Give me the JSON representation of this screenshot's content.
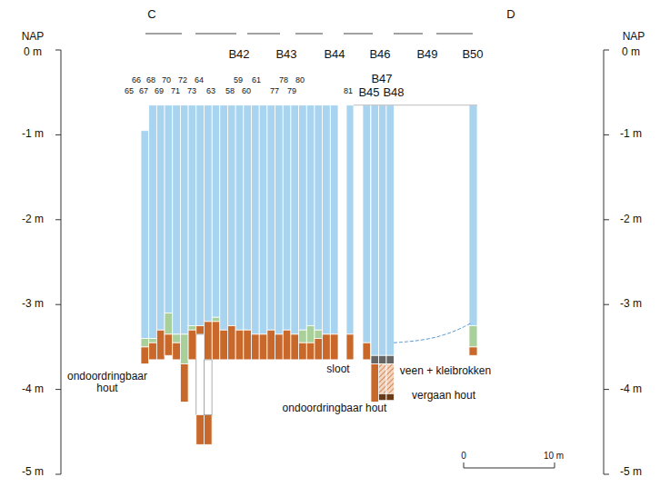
{
  "diagram": {
    "labels": [
      "NAP",
      "C",
      "D",
      "NAP",
      "0 m",
      "-1 m",
      "-2 m",
      "-3 m",
      "-4 m",
      "-5 m",
      "0 m",
      "-1 m",
      "-2 m",
      "-3 m",
      "-4 m",
      "-5 m",
      "B42",
      "B43",
      "B44",
      "B46",
      "B49",
      "B50",
      "66",
      "68",
      "70",
      "72",
      "64",
      "59",
      "61",
      "78",
      "80",
      "65",
      "67",
      "69",
      "71",
      "73",
      "63",
      "58",
      "60",
      "77",
      "79",
      "81",
      "B47",
      "B45",
      "B48",
      "ondoordringbaar hout",
      "sloot",
      "veen + kleibrokken",
      "vergaan hout",
      "ondoordringbaar hout",
      "0",
      "10 m"
    ]
  }
}
